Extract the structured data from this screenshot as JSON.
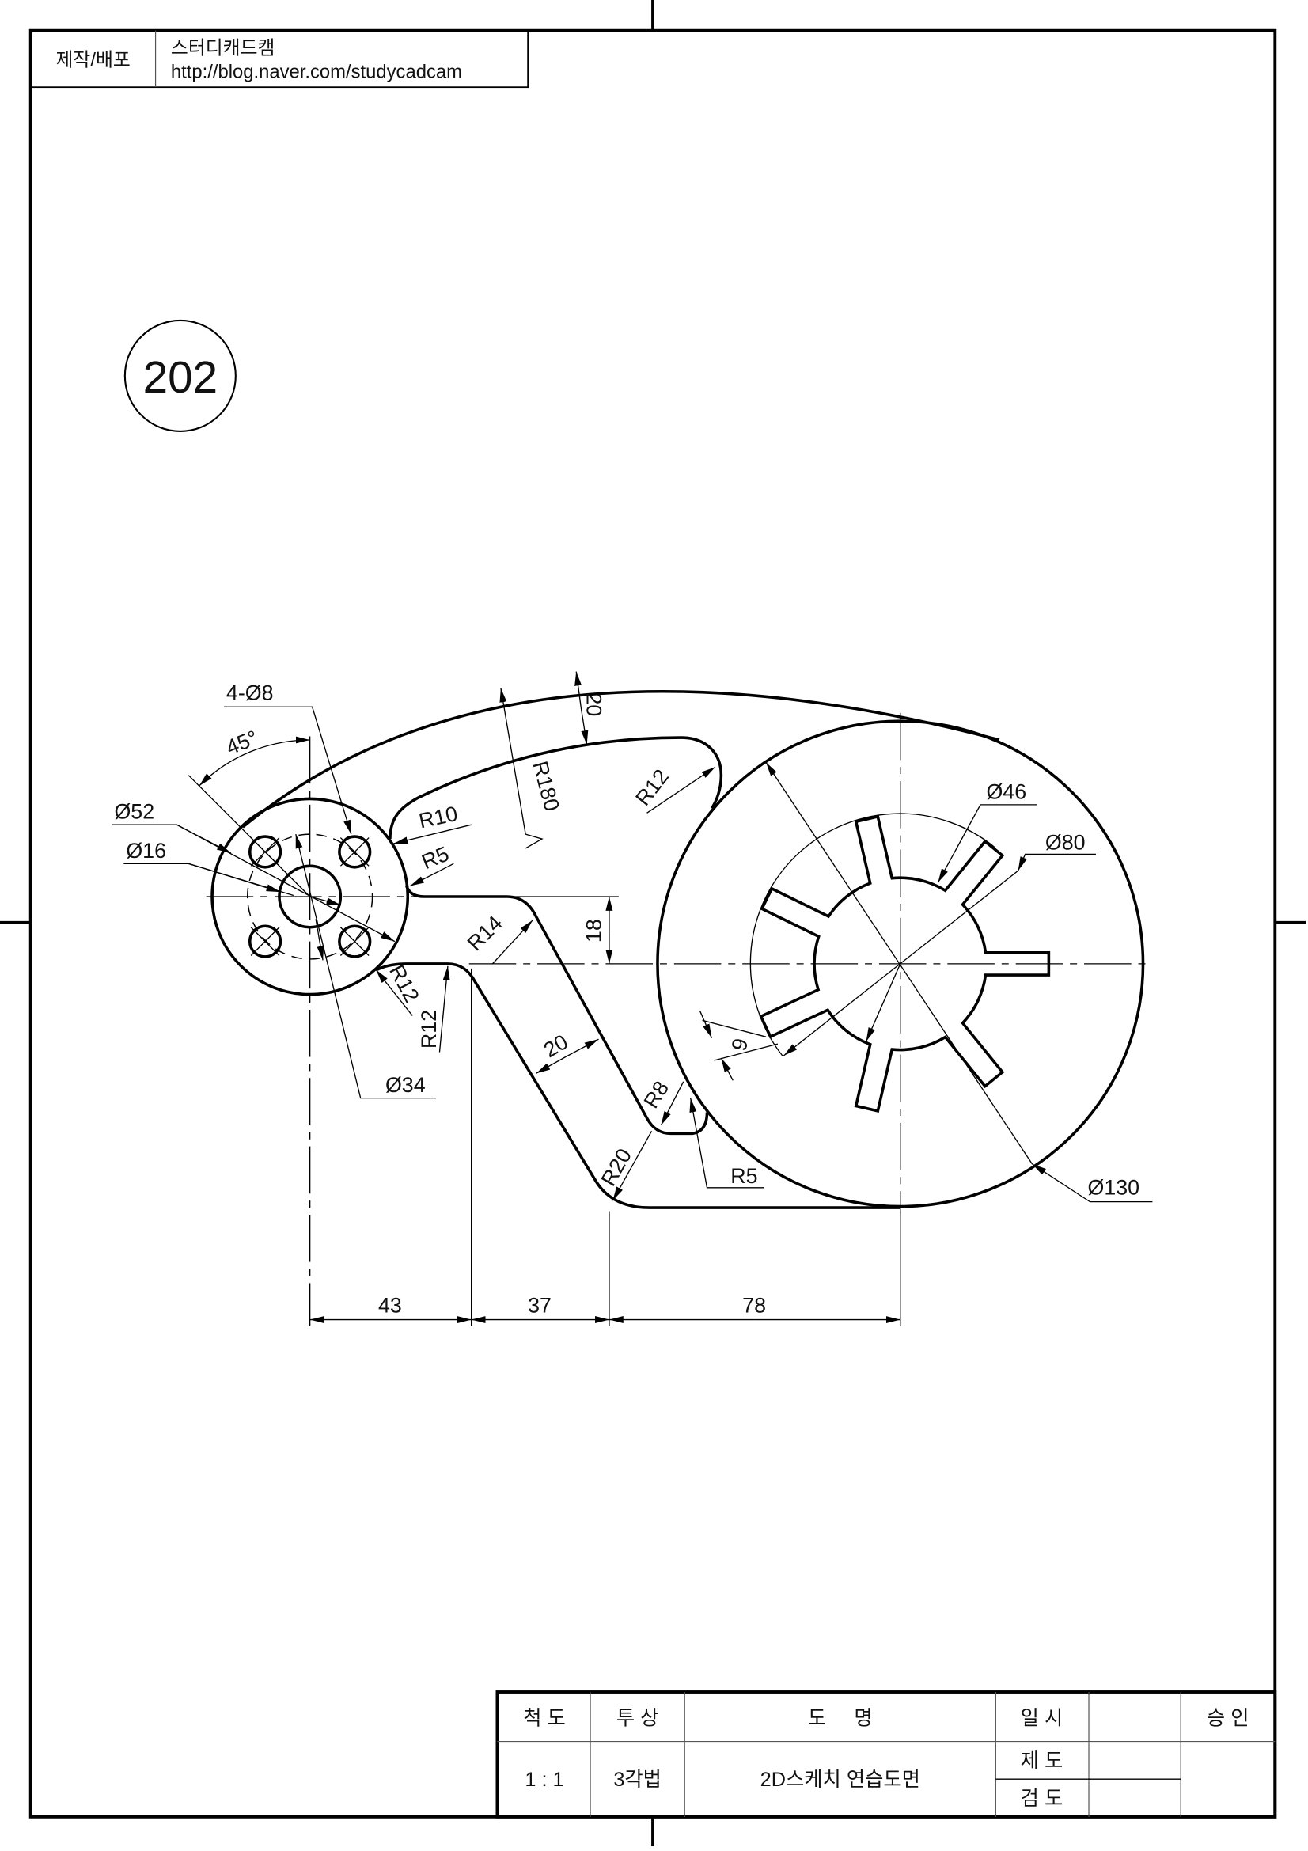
{
  "header": {
    "label": "제작/배포",
    "author": "스터디캐드캠",
    "url": "http://blog.naver.com/studycadcam"
  },
  "drawing_number": "202",
  "dimensions": {
    "holes": "4-Ø8",
    "angle": "45°",
    "d52": "Ø52",
    "d16": "Ø16",
    "r10": "R10",
    "r5_top": "R5",
    "r180": "R180",
    "w20_top": "20",
    "r12_top": "R12",
    "r14": "R14",
    "h18": "18",
    "r12_left": "R12",
    "r12_low": "R12",
    "d34": "Ø34",
    "w20_arm": "20",
    "r8": "R8",
    "r20": "R20",
    "r5_low": "R5",
    "slot6": "6",
    "d46": "Ø46",
    "d80": "Ø80",
    "d130": "Ø130",
    "len43": "43",
    "len37": "37",
    "len78": "78"
  },
  "hub_slot_angles_deg": [
    0,
    51,
    103,
    154,
    205,
    257,
    309
  ],
  "title_block": {
    "scale_label": "척 도",
    "projection_label": "투 상",
    "name_label": "도     명",
    "date_label": "일 시",
    "approval_label": "승 인",
    "scale_value": "1 : 1",
    "projection_value": "3각법",
    "name_value": "2D스케치 연습도면",
    "drafted_label": "제 도",
    "checked_label": "검 도"
  }
}
